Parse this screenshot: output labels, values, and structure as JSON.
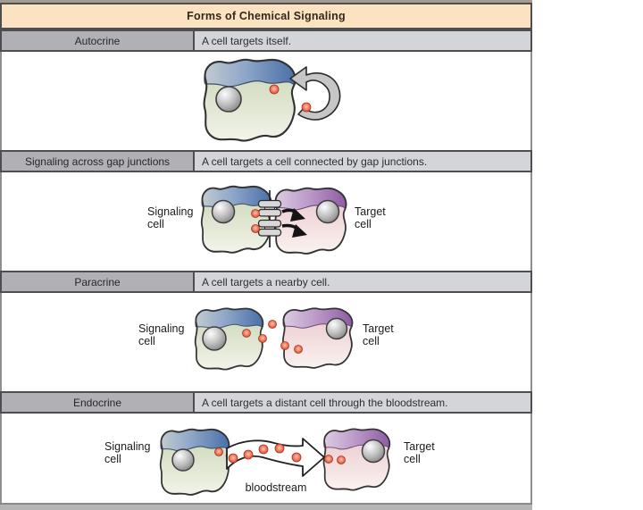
{
  "header": {
    "title": "Forms of Chemical Signaling"
  },
  "sections": [
    {
      "label": "Autocrine",
      "description": "A cell targets itself."
    },
    {
      "label": "Signaling across gap junctions",
      "description": "A cell targets a cell connected by gap junctions."
    },
    {
      "label": "Paracrine",
      "description": "A cell targets a nearby cell."
    },
    {
      "label": "Endocrine",
      "description": "A cell targets a distant cell through the bloodstream."
    }
  ],
  "diagram_labels": {
    "signaling_cell_line1": "Signaling",
    "signaling_cell_line2": "cell",
    "target_cell_line1": "Target",
    "target_cell_line2": "cell",
    "bloodstream": "bloodstream"
  },
  "colors": {
    "title_band": "#fbe3c1",
    "row_label_bg": "#b1b1b5",
    "row_desc_bg": "#d3d5d9",
    "border_dark": "#4d4d52",
    "signaling_cell_green": "#cfdabc",
    "signaling_cell_band_blue": "#4a6fa8",
    "target_cell_pink": "#eccacf",
    "target_cell_band_purple": "#8e5ba2",
    "ligand_red": "#e05537",
    "nucleus_gray": "#8a8a8a"
  }
}
